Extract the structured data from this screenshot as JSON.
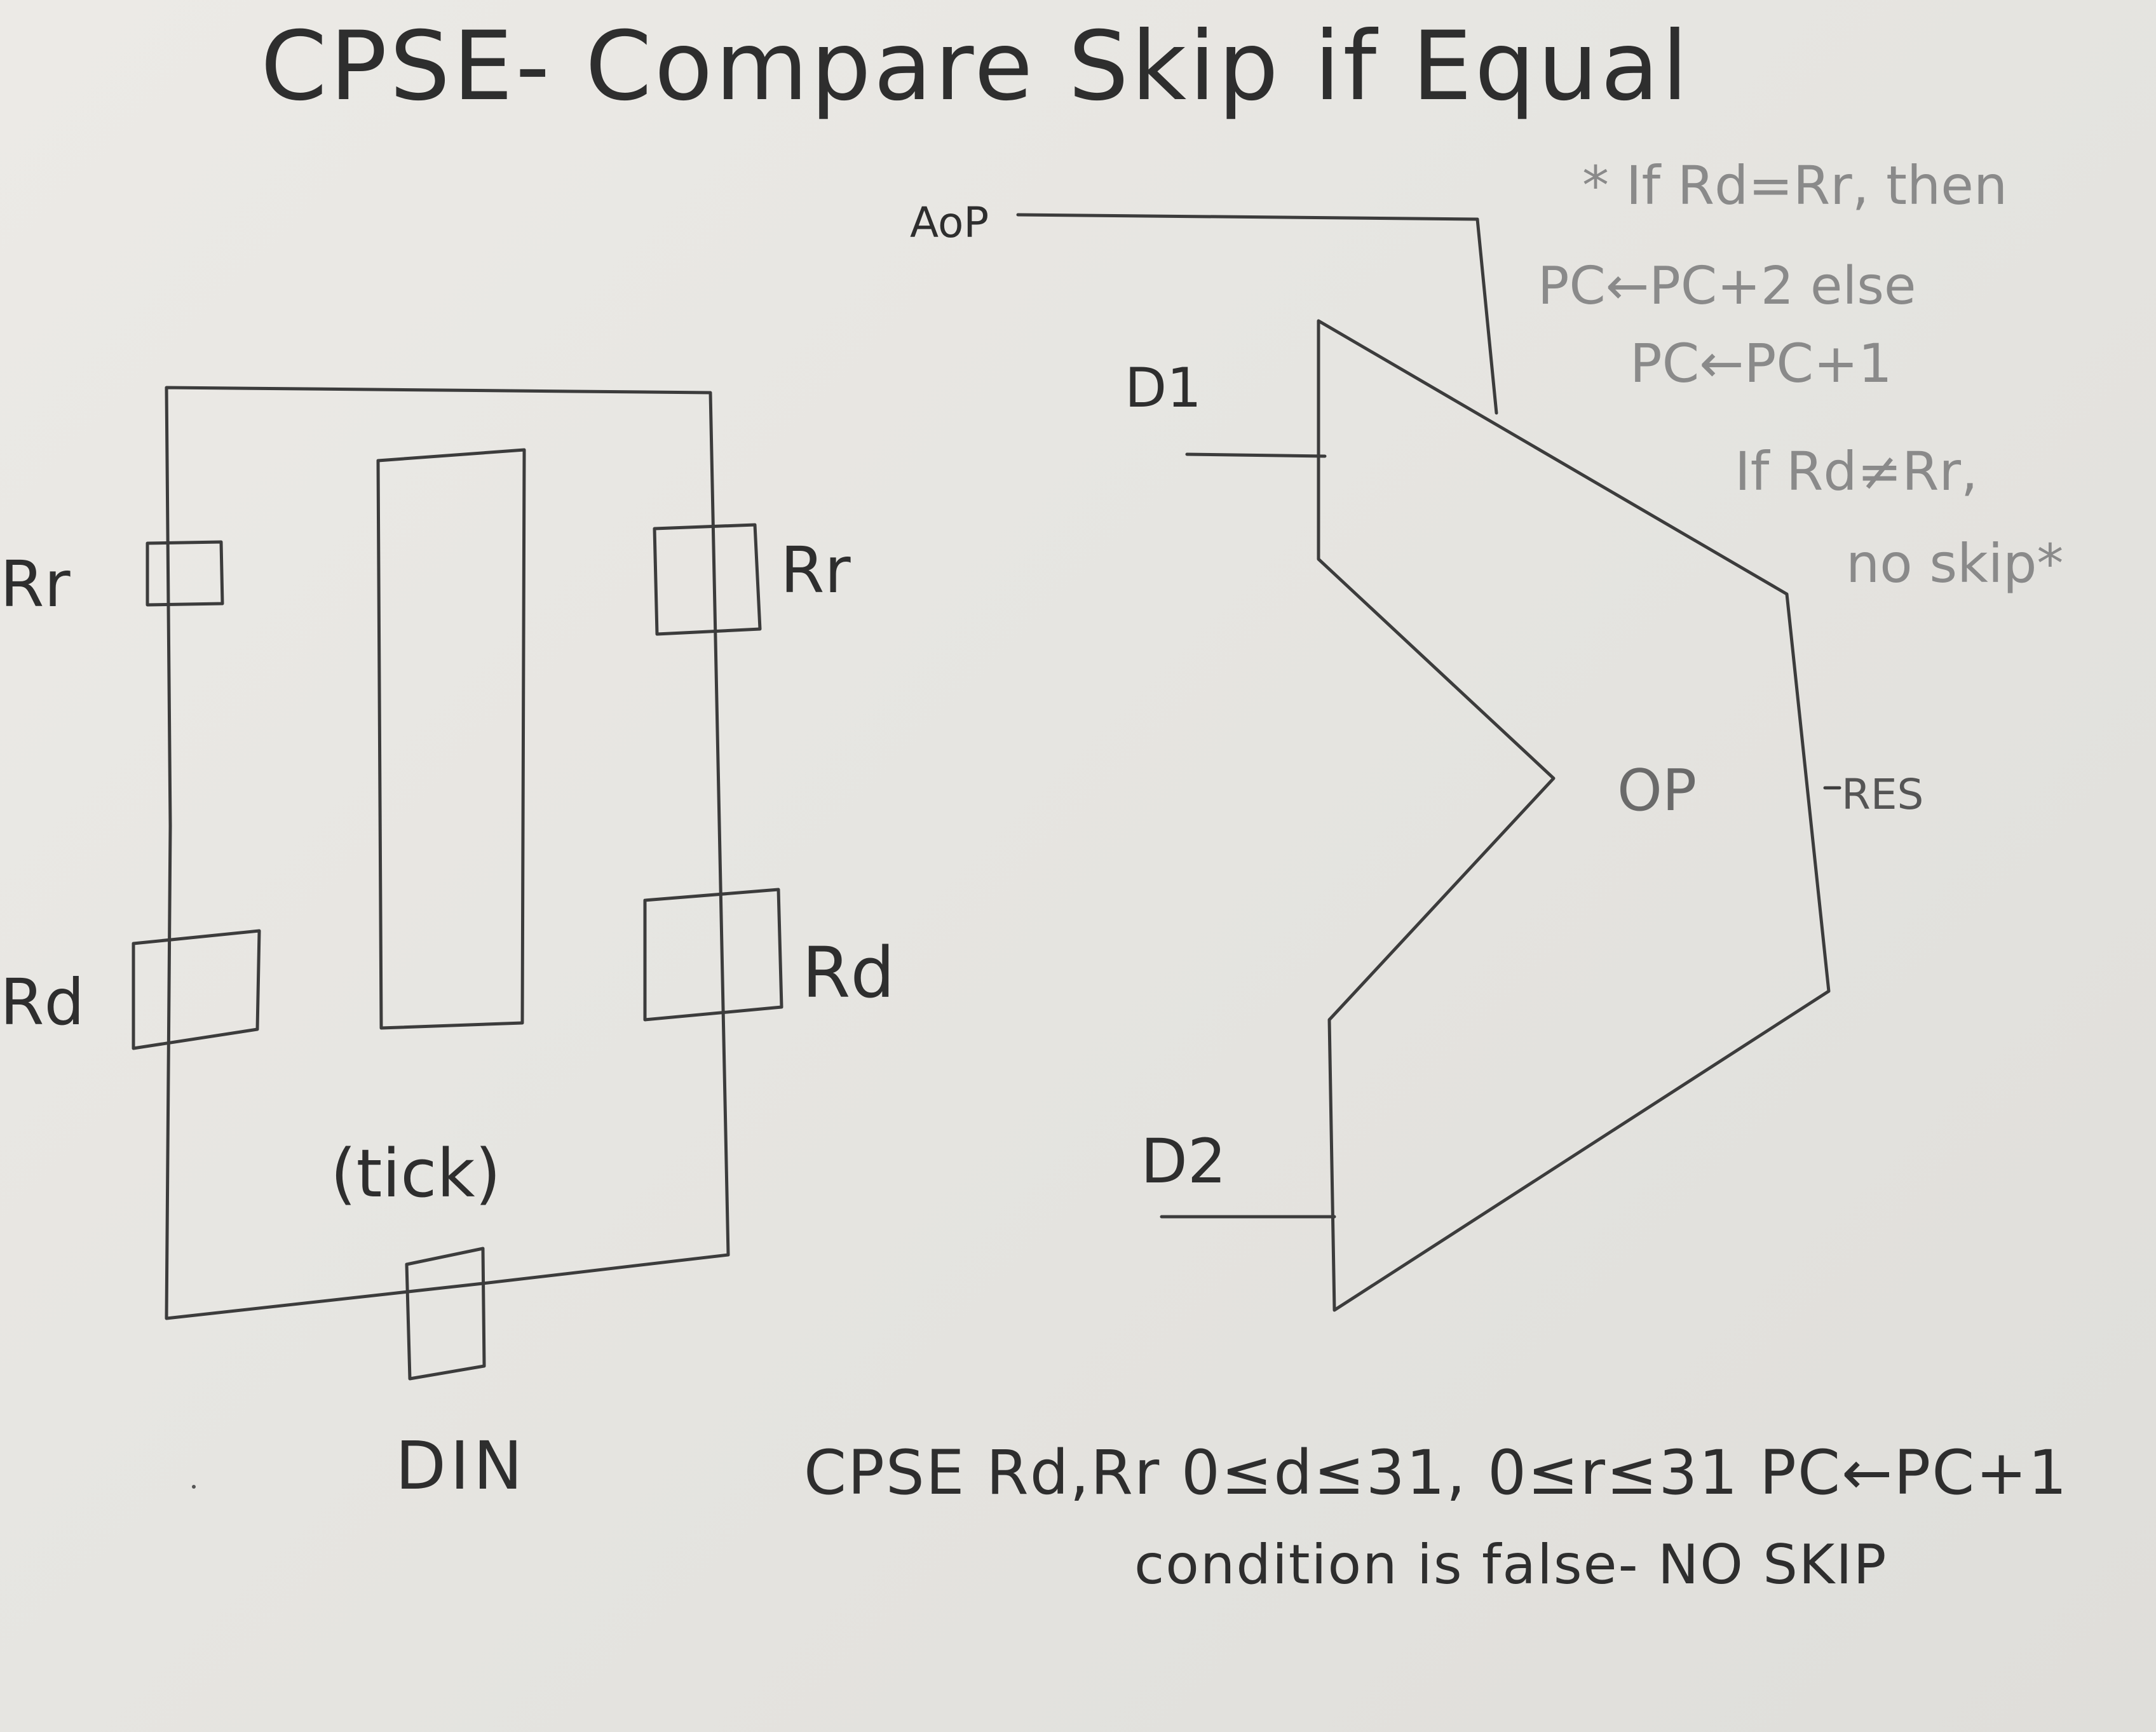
{
  "title": "CPSE- Compare Skip if Equal",
  "register_file": {
    "rr_left": "Rr",
    "rr_right": "Rr",
    "rd_left": "Rd",
    "rd_right": "Rd",
    "tick": "(tick)",
    "din": "DIN"
  },
  "alu": {
    "aop": "AoP",
    "d1": "D1",
    "d2": "D2",
    "op": "OP",
    "res": "RES"
  },
  "notes": [
    "* If Rd=Rr, then",
    "PC←PC+2 else",
    "PC←PC+1",
    "If Rd≠Rr,",
    "no skip*"
  ],
  "instruction": "CPSE Rd,Rr 0≤d≤31, 0≤r≤31 PC←PC+1",
  "condition": "condition is false- NO SKIP",
  "colors": {
    "paper": "#e7e6e2",
    "pencil": "#3c3c3c",
    "pencil_light": "#8a8a8a"
  }
}
